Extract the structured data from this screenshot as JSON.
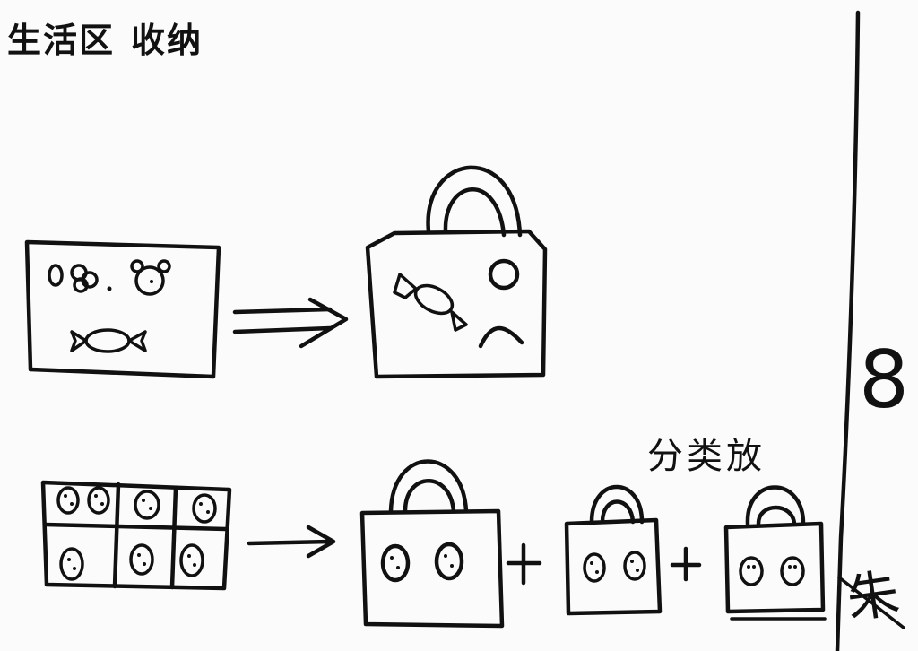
{
  "title": {
    "part1": "生活区",
    "part2": "收纳"
  },
  "sort_label": "分类放",
  "side_digit": "8",
  "corner_mark": "朱",
  "operators": {
    "plus1": "+",
    "plus2": "+"
  }
}
